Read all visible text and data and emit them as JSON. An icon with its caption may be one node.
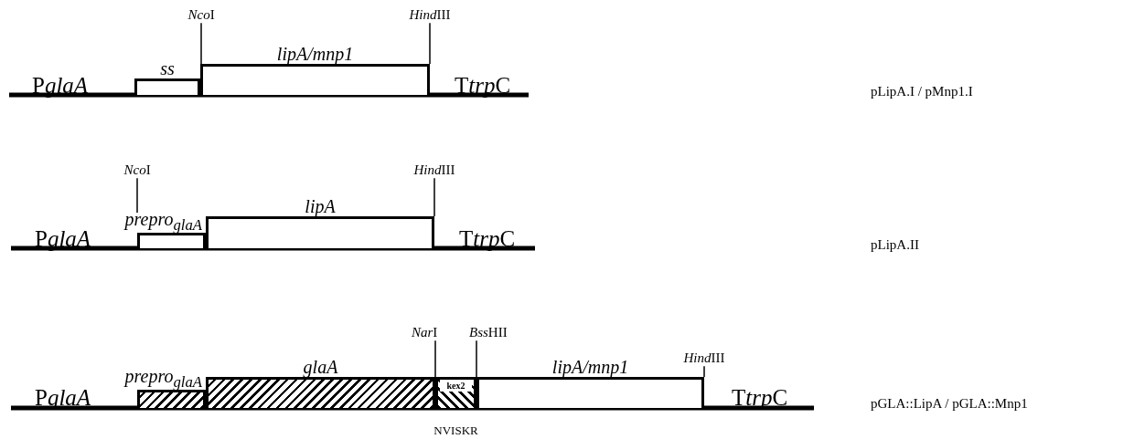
{
  "diagram": {
    "nodes": [
      {
        "text": [
          "NcoI"
        ]
      },
      {
        "text": [
          "HindIII"
        ]
      },
      {
        "text": [
          "ss"
        ]
      },
      {
        "text": [
          "lipA/mnp1"
        ]
      },
      {
        "text": [
          "NcoI"
        ]
      },
      {
        "text": [
          "HindIII"
        ]
      },
      {
        "text": [
          "prepro$_{glaA}$"
        ]
      },
      {
        "text": [
          "lipA"
        ]
      },
      {
        "text": [
          "NarI"
        ]
      },
      {
        "text": [
          "BssHII"
        ]
      },
      {
        "text": [
          "HindIII"
        ]
      },
      {
        "text": [
          "prepro$_{glaA}$"
        ]
      },
      {
        "text": [
          "glaA"
        ]
      },
      {
        "text": [
          "kex2"
        ],
        "beside": [
          "NVISKR"
        ]
      },
      {
        "text": [
          "lipA/mnp1"
        ]
      }
    ],
    "edges": [
      {
        "from": 0,
        "to": 3,
        "arrow": "none"
      },
      {
        "from": 1,
        "to": 3,
        "arrow": "none"
      },
      {
        "from": 4,
        "to": 6,
        "arrow": "none"
      },
      {
        "from": 5,
        "to": 7,
        "arrow": "none"
      },
      {
        "from": 8,
        "to": 13,
        "arrow": "none"
      },
      {
        "from": 9,
        "to": 13,
        "arrow": "none"
      },
      {
        "from": 10,
        "to": 14,
        "arrow": "none"
      }
    ],
    "labels": [
      "PglaA",
      "TtrpC",
      "pLipA.I / pMnp1.I",
      "PglaA",
      "TtrpC",
      "pLipA.II",
      "PglaA",
      "TtrpC",
      "pGLA::LipA / pGLA::Mnp1"
    ]
  }
}
